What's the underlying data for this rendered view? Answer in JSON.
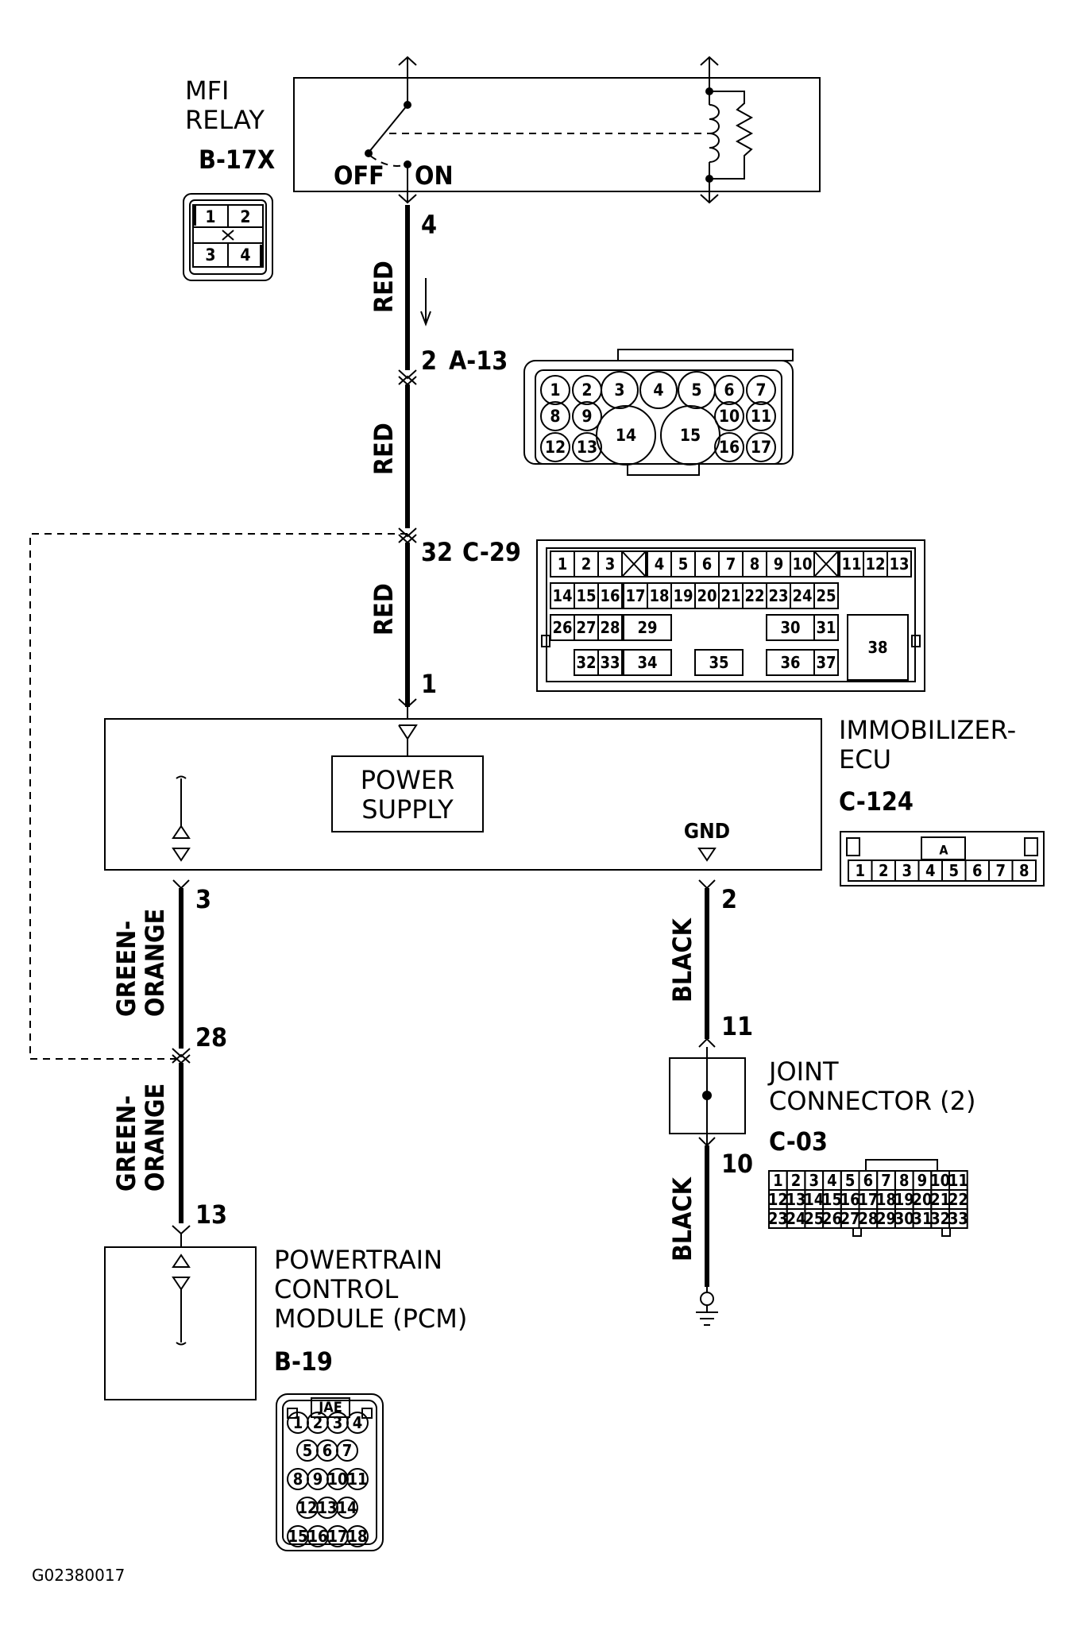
{
  "relay": {
    "name_line1": "MFI",
    "name_line2": "RELAY",
    "code": "B-17X",
    "off_label": "OFF",
    "on_label": "ON",
    "pins": [
      "1",
      "2",
      "3",
      "4"
    ]
  },
  "wires": {
    "w1": {
      "color": "RED",
      "top_pin": "4",
      "bottom_pin": "2",
      "bottom_connector": "A-13"
    },
    "w2": {
      "color": "RED",
      "bottom_pin": "32",
      "bottom_connector": "C-29"
    },
    "w3": {
      "color": "RED",
      "bottom_pin": "1"
    },
    "w4": {
      "color_line1": "GREEN-",
      "color_line2": "ORANGE",
      "top_pin": "3",
      "bottom_pin": "28"
    },
    "w5": {
      "color_line1": "GREEN-",
      "color_line2": "ORANGE",
      "bottom_pin": "13"
    },
    "w6": {
      "color": "BLACK",
      "top_pin": "2",
      "bottom_pin": "11"
    },
    "w7": {
      "color": "BLACK",
      "top_pin": "10"
    }
  },
  "ecu": {
    "name_line1": "IMMOBILIZER-",
    "name_line2": "ECU",
    "code": "C-124",
    "power_line1": "POWER",
    "power_line2": "SUPPLY",
    "gnd_label": "GND",
    "connector_pins": [
      "1",
      "2",
      "3",
      "4",
      "5",
      "6",
      "7",
      "8"
    ],
    "connector_key": "A"
  },
  "joint": {
    "name_line1": "JOINT",
    "name_line2": "CONNECTOR (2)",
    "code": "C-03",
    "pins": [
      [
        "1",
        "2",
        "3",
        "4",
        "5",
        "6",
        "7",
        "8",
        "9",
        "10",
        "11"
      ],
      [
        "12",
        "13",
        "14",
        "15",
        "16",
        "17",
        "18",
        "19",
        "20",
        "21",
        "22"
      ],
      [
        "23",
        "24",
        "25",
        "26",
        "27",
        "28",
        "29",
        "30",
        "31",
        "32",
        "33"
      ]
    ]
  },
  "pcm": {
    "name_line1": "POWERTRAIN",
    "name_line2": "CONTROL",
    "name_line3": "MODULE (PCM)",
    "code": "B-19",
    "connector_label": "JAE",
    "pins": [
      [
        "1",
        "2",
        "3",
        "4"
      ],
      [
        "5",
        "6",
        "7"
      ],
      [
        "8",
        "9",
        "10",
        "11"
      ],
      [
        "12",
        "13",
        "14"
      ],
      [
        "15",
        "16",
        "17",
        "18"
      ]
    ]
  },
  "a13_pins": {
    "top": [
      "1",
      "2",
      "3",
      "4",
      "5",
      "6",
      "7"
    ],
    "mid": [
      "8",
      "9",
      "10",
      "11"
    ],
    "big": [
      "14",
      "15"
    ],
    "bot": [
      "12",
      "13",
      "16",
      "17"
    ]
  },
  "c29_pins": {
    "row1": [
      "1",
      "2",
      "3",
      "4",
      "5",
      "6",
      "7",
      "8",
      "9",
      "10",
      "11",
      "12",
      "13"
    ],
    "row2": [
      "14",
      "15",
      "16",
      "17",
      "18",
      "19",
      "20",
      "21",
      "22",
      "23",
      "24",
      "25"
    ],
    "row3": [
      "26",
      "27",
      "28",
      "29",
      "30",
      "31",
      "38"
    ],
    "row4": [
      "32",
      "33",
      "34",
      "35",
      "36",
      "37"
    ]
  },
  "figure_id": "G02380017"
}
